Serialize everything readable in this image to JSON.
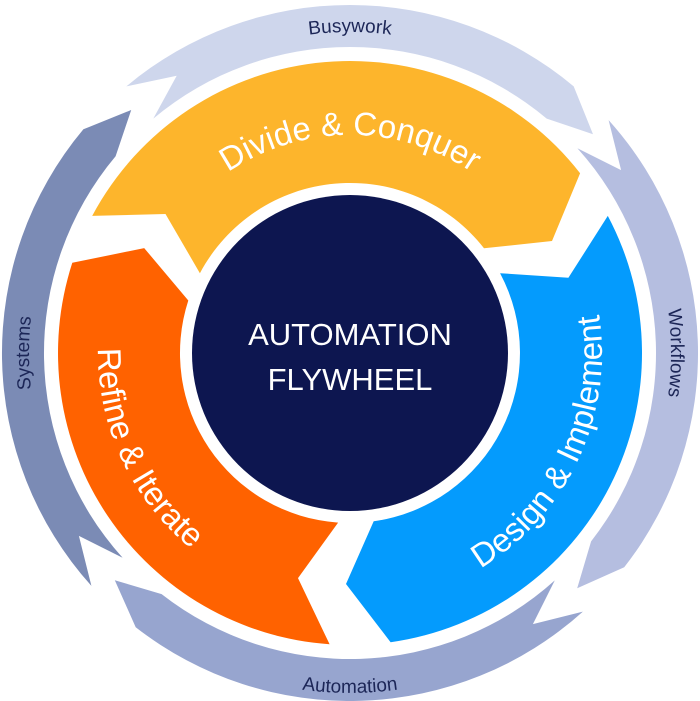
{
  "center": {
    "line1": "AUTOMATION",
    "line2": "FLYWHEEL",
    "color": "#0d1650"
  },
  "inner_cycle": [
    {
      "label": "Divide & Conquer",
      "color": "#fdb52c"
    },
    {
      "label": "Design & Implement",
      "color": "#049bfd"
    },
    {
      "label": "Refine & Iterate",
      "color": "#ff6200"
    }
  ],
  "outer_cycle": [
    {
      "label": "Busywork",
      "color": "#ced6ec"
    },
    {
      "label": "Workflows",
      "color": "#b5bee0"
    },
    {
      "label": "Automation",
      "color": "#97a5cf"
    },
    {
      "label": "Systems",
      "color": "#7b8bb5"
    }
  ]
}
